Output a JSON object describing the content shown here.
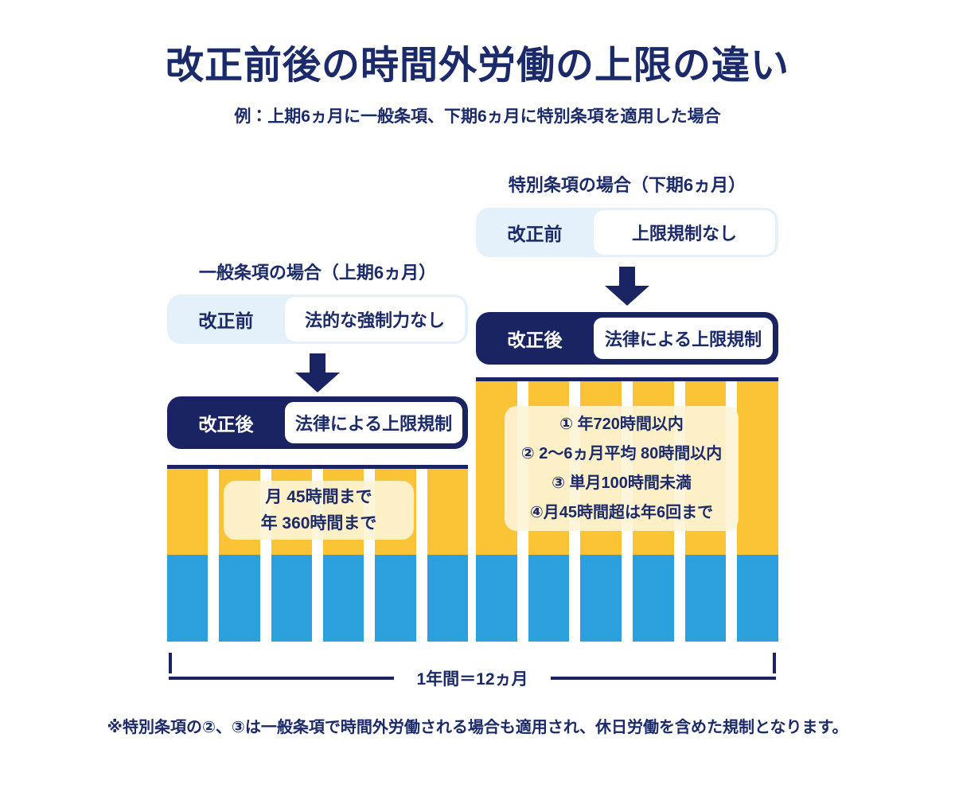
{
  "title": "改正前後の時間外労働の上限の違い",
  "subtitle": "例：上期6ヵ月に一般条項、下期6ヵ月に特別条項を適用した場合",
  "colors": {
    "navy": "#1b2a6b",
    "navy_deep": "#1b2462",
    "yellow_overtime": "#fbc437",
    "blue_regular": "#2ca0dc",
    "light_blue_pill": "#e4f1fb",
    "cream_note": "#fdf4d6"
  },
  "general": {
    "header": "一般条項の場合（上期6ヵ月）",
    "before_label": "改正前",
    "before_value": "法的な強制力なし",
    "after_label": "改正後",
    "after_value": "法律による上限規制",
    "limit_lines": [
      "月 45時間まで",
      "年 360時間まで"
    ],
    "months": 6
  },
  "special": {
    "header": "特別条項の場合（下期6ヵ月）",
    "before_label": "改正前",
    "before_value": "上限規制なし",
    "after_label": "改正後",
    "after_value": "法律による上限規制",
    "limit_lines": [
      "① 年720時間以内",
      "② 2〜6ヵ月平均 80時間以内",
      "③ 単月100時間未満",
      "④月45時間超は年6回まで"
    ],
    "months": 6
  },
  "bracket_label": "1年間＝12ヵ月",
  "footnote": "※特別条項の②、③は一般条項で時間外労働される場合も適用され、休日労働を含めた規制となります。"
}
